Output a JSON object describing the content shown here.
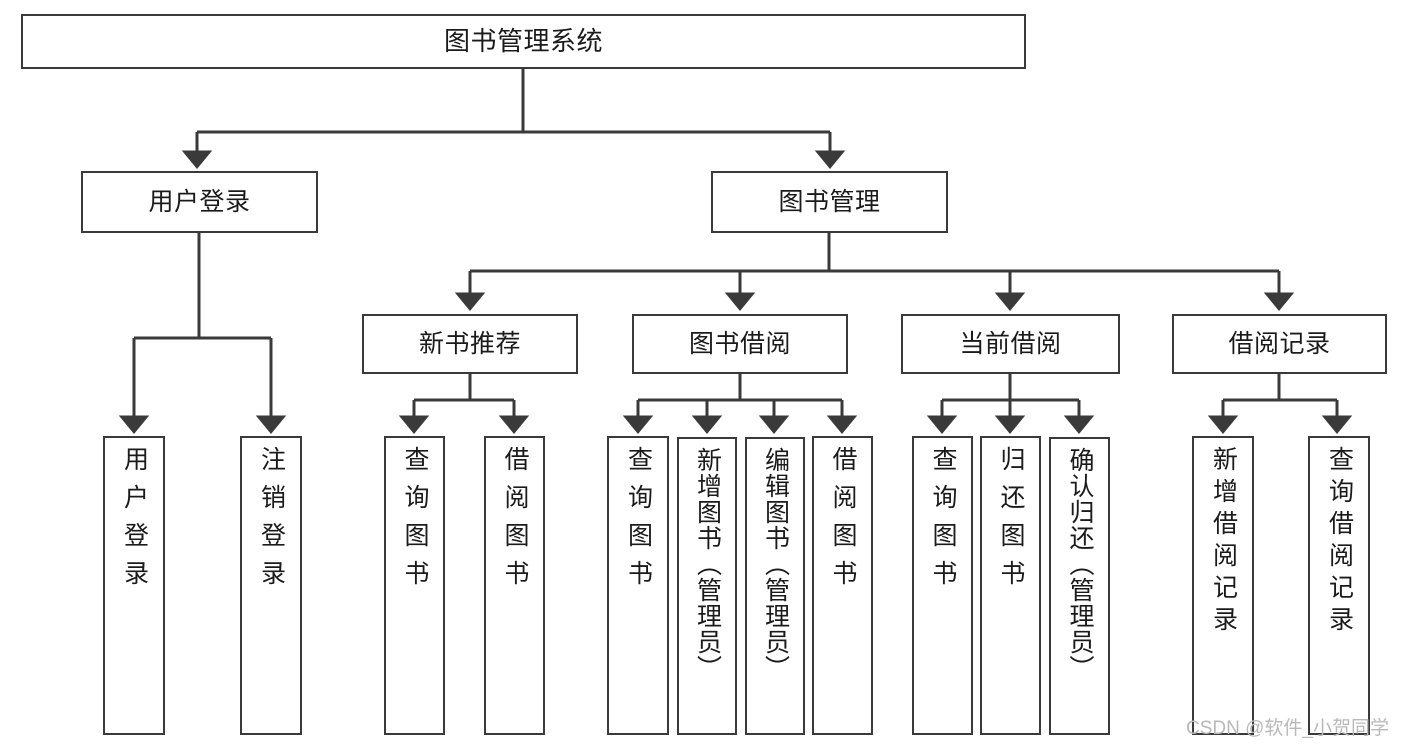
{
  "diagram": {
    "title": "图书管理系统",
    "type": "tree-hierarchy",
    "watermark": "CSDN @软件_小贺同学",
    "colors": {
      "box_border": "#3a3a3a",
      "box_fill": "#ffffff",
      "connector": "#3a3a3a",
      "text": "#1b1b1b",
      "watermark": "#b9b9b9",
      "background": "#ffffff"
    }
  },
  "nodes": {
    "root": {
      "label": "图书管理系统"
    },
    "level2": [
      {
        "label": "用户登录"
      },
      {
        "label": "图书管理"
      }
    ],
    "level3": [
      {
        "label": "新书推荐"
      },
      {
        "label": "图书借阅"
      },
      {
        "label": "当前借阅"
      },
      {
        "label": "借阅记录"
      }
    ],
    "leaves": {
      "user_login": [
        {
          "label": "用户登录"
        },
        {
          "label": "注销登录"
        }
      ],
      "new_book_recommend": [
        {
          "label": "查询图书"
        },
        {
          "label": "借阅图书"
        }
      ],
      "book_borrow": [
        {
          "label": "查询图书"
        },
        {
          "label": "新增图书（管理员）"
        },
        {
          "label": "编辑图书（管理员）"
        },
        {
          "label": "借阅图书"
        }
      ],
      "current_borrow": [
        {
          "label": "查询图书"
        },
        {
          "label": "归还图书"
        },
        {
          "label": "确认归还（管理员）"
        }
      ],
      "borrow_record": [
        {
          "label": "新增借阅记录"
        },
        {
          "label": "查询借阅记录"
        }
      ]
    }
  }
}
